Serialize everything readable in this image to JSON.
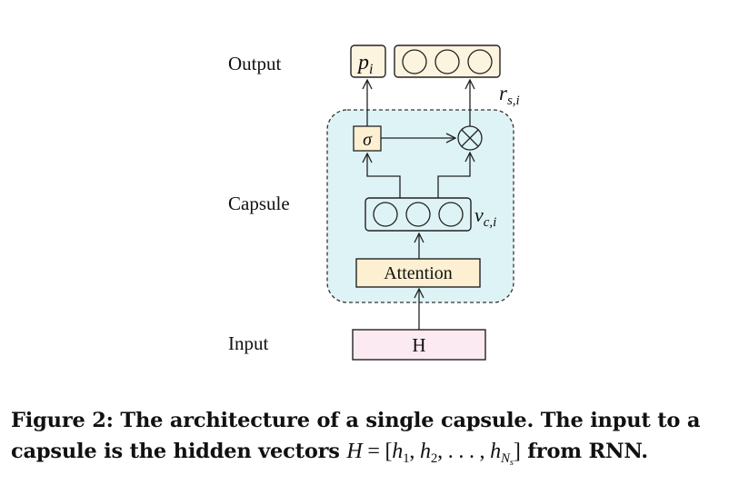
{
  "labels": {
    "output": "Output",
    "capsule": "Capsule",
    "input": "Input"
  },
  "nodes": {
    "p_main": "p",
    "p_sub": "i",
    "sigma": "σ",
    "r_main": "r",
    "r_sub": "s,i",
    "v_main": "v",
    "v_sub": "c,i",
    "attention": "Attention",
    "h_input": "H"
  },
  "caption": {
    "line1": "Figure 2: The architecture of a single capsule. The input to a",
    "line2_prefix": "capsule is the hidden vectors ",
    "math_H": "H",
    "math_eq": " = [",
    "h": "h",
    "sub1": "1",
    "sub2": "2",
    "ellipsis": ", . . . , ",
    "subN": "N",
    "subs": "s",
    "close": "]",
    "line2_suffix": " from RNN.",
    "comma": ", "
  },
  "colors": {
    "capsule_fill": "#def3f5",
    "output_fill": "#fdf4e0",
    "attention_fill": "#fdf0d2",
    "input_fill": "#fbeaf2",
    "stroke": "#222222"
  }
}
